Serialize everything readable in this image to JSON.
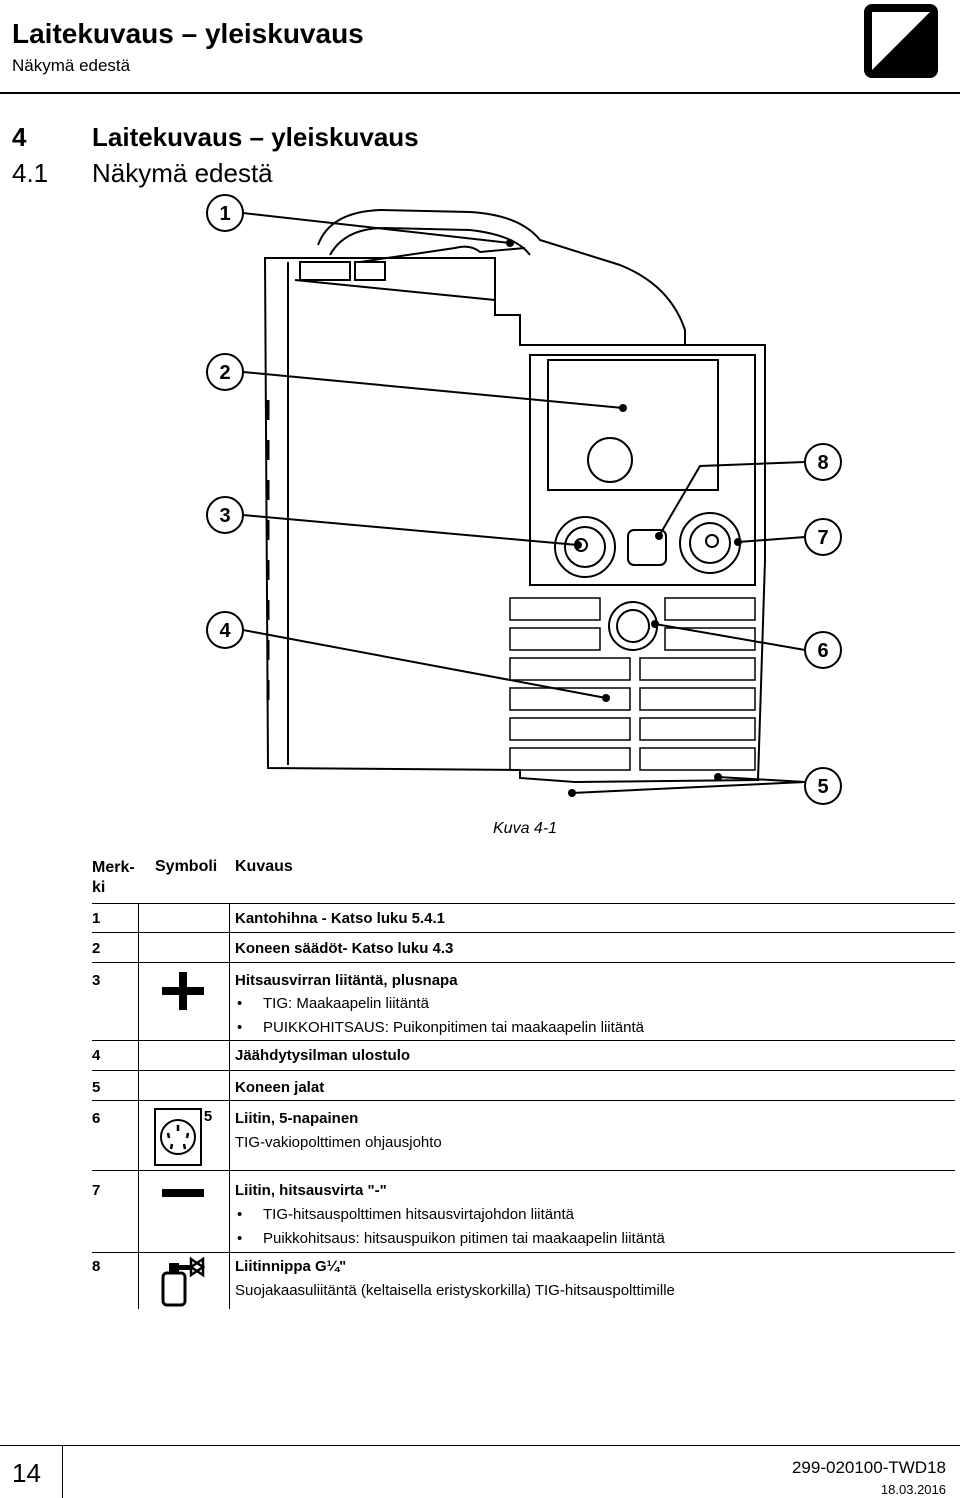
{
  "header": {
    "title": "Laitekuvaus – yleiskuvaus",
    "subtitle": "Näkymä edestä"
  },
  "section": {
    "num": "4",
    "title": "Laitekuvaus – yleiskuvaus",
    "sub_num": "4.1",
    "sub_title": "Näkymä edestä"
  },
  "figure": {
    "callouts": [
      "1",
      "2",
      "3",
      "4",
      "5",
      "6",
      "7",
      "8"
    ],
    "caption": "Kuva 4-1"
  },
  "table": {
    "headers": {
      "mark": "Merk-\nki",
      "symbol": "Symboli",
      "desc": "Kuvaus"
    },
    "rows": [
      {
        "mark": "1",
        "title": "Kantohihna - Katso luku 5.4.1"
      },
      {
        "mark": "2",
        "title": "Koneen säädöt- Katso luku 4.3"
      },
      {
        "mark": "3",
        "title": "Hitsausvirran liitäntä, plusnapa",
        "bullets": [
          "TIG: Maakaapelin liitäntä",
          "PUIKKOHITSAUS: Puikonpitimen tai maakaapelin liitäntä"
        ],
        "symbol": "plus-symbol"
      },
      {
        "mark": "4",
        "title": "Jäähdytysilman ulostulo"
      },
      {
        "mark": "5",
        "title": "Koneen jalat"
      },
      {
        "mark": "6",
        "title": "Liitin, 5-napainen",
        "line2": "TIG-vakiopolttimen ohjausjohto",
        "symbol": "five-pin-socket-symbol",
        "symbol_label": "5"
      },
      {
        "mark": "7",
        "title": "Liitin, hitsausvirta \"-\"",
        "bullets": [
          "TIG-hitsauspolttimen hitsausvirtajohdon liitäntä",
          "Puikkohitsaus: hitsauspuikon pitimen tai maakaapelin liitäntä"
        ],
        "symbol": "minus-symbol"
      },
      {
        "mark": "8",
        "title": "Liitinnippa G¼\"",
        "line2": "Suojakaasuliitäntä (keltaisella eristyskorkilla) TIG-hitsauspolttimille",
        "symbol": "gas-cylinder-symbol"
      }
    ]
  },
  "footer": {
    "page": "14",
    "doc": "299-020100-TWD18",
    "date": "18.03.2016"
  }
}
